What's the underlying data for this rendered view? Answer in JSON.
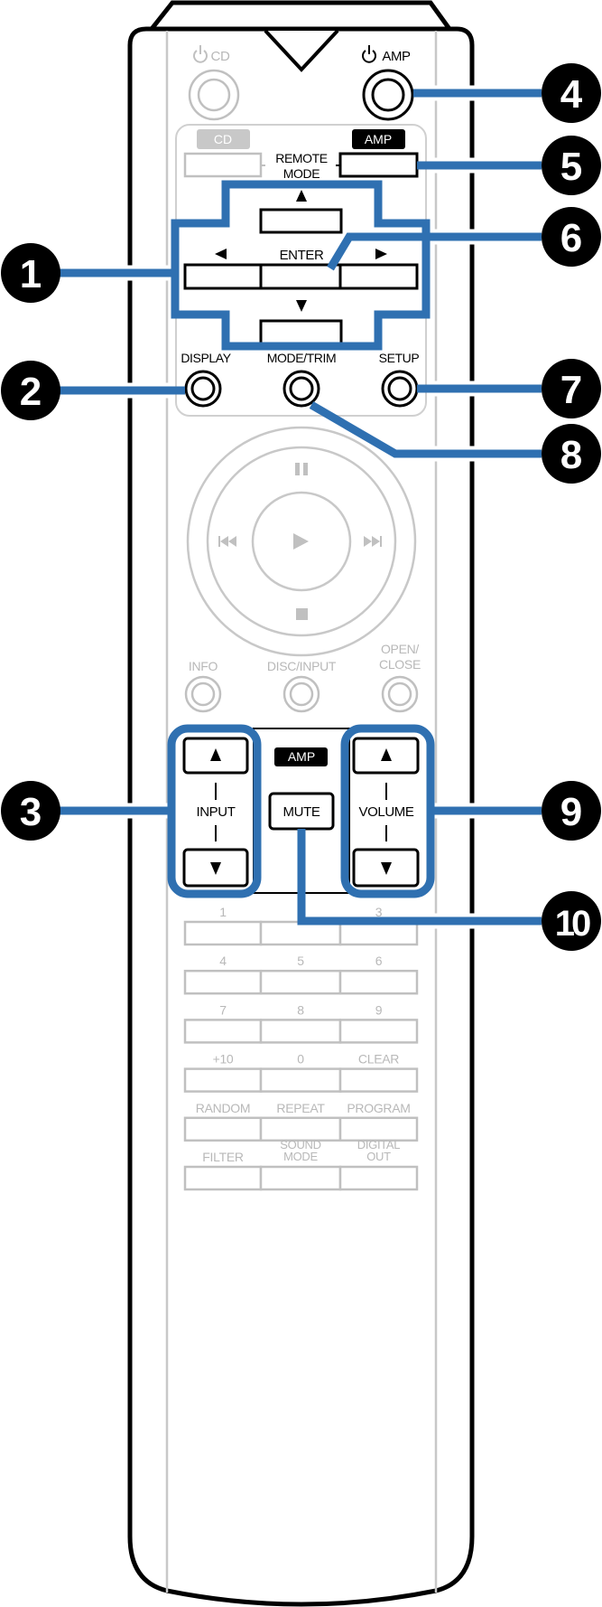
{
  "power": {
    "cd_label": "CD",
    "amp_label": "AMP"
  },
  "remote_mode": {
    "cd_tag": "CD",
    "amp_tag": "AMP",
    "label_line1": "REMOTE",
    "label_line2": "MODE"
  },
  "cursor": {
    "enter": "ENTER"
  },
  "row_buttons": {
    "display": "DISPLAY",
    "mode_trim": "MODE/TRIM",
    "setup": "SETUP"
  },
  "source_row": {
    "info": "INFO",
    "disc_input": "DISC/INPUT",
    "open_close_line1": "OPEN/",
    "open_close_line2": "CLOSE"
  },
  "amp_section": {
    "amp_tag": "AMP",
    "input": "INPUT",
    "mute": "MUTE",
    "volume": "VOLUME"
  },
  "keypad": [
    [
      "1",
      null,
      "3"
    ],
    [
      "4",
      "5",
      "6"
    ],
    [
      "7",
      "8",
      "9"
    ],
    [
      "+10",
      "0",
      "CLEAR"
    ],
    [
      "RANDOM",
      "REPEAT",
      "PROGRAM"
    ],
    [
      "FILTER",
      "SOUND|MODE",
      "DIGITAL|OUT"
    ]
  ],
  "callouts": [
    "1",
    "2",
    "3",
    "4",
    "5",
    "6",
    "7",
    "8",
    "9",
    "10"
  ],
  "colors": {
    "callout_line": "#2f70b1",
    "inactive": "#c0c0c0"
  }
}
